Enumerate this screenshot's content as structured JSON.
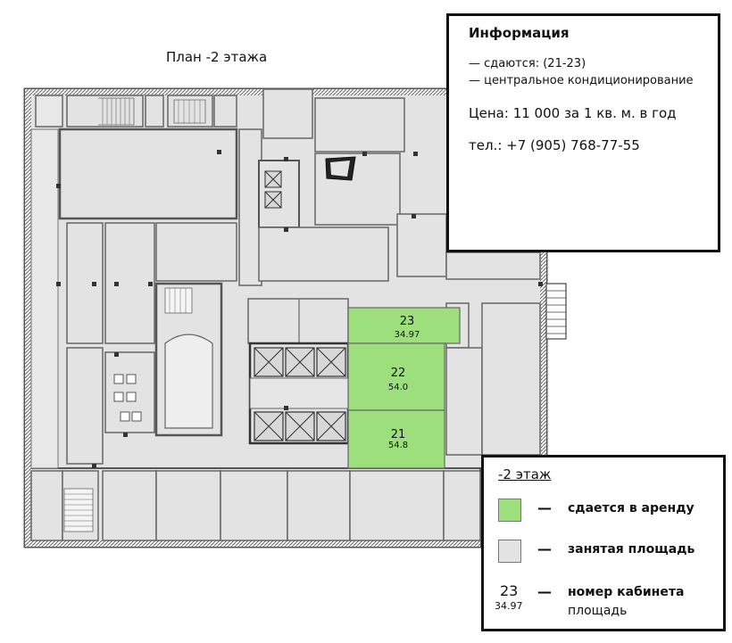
{
  "plan": {
    "title": "План -2 этажа",
    "rooms": [
      {
        "number": "23",
        "area": "34.97"
      },
      {
        "number": "22",
        "area": "54.0"
      },
      {
        "number": "21",
        "area": "54.8"
      }
    ]
  },
  "info": {
    "title": "Информация",
    "line1": "— сдаются: (21-23)",
    "line2": "— центральное кондиционирование",
    "price": "Цена: 11 000 за 1 кв. м. в год",
    "phone": "тел.: +7 (905) 768-77-55"
  },
  "legend": {
    "title": "-2 этаж",
    "dash": "—",
    "rent_label": "сдается в аренду",
    "occupied_label": "занятая площадь",
    "sample_number": "23",
    "sample_area": "34.97",
    "number_label": "номер кабинета",
    "area_label": "площадь"
  },
  "colors": {
    "rent": "#9ddf7c",
    "occupied": "#e3e3e3",
    "wall": "#555555"
  }
}
